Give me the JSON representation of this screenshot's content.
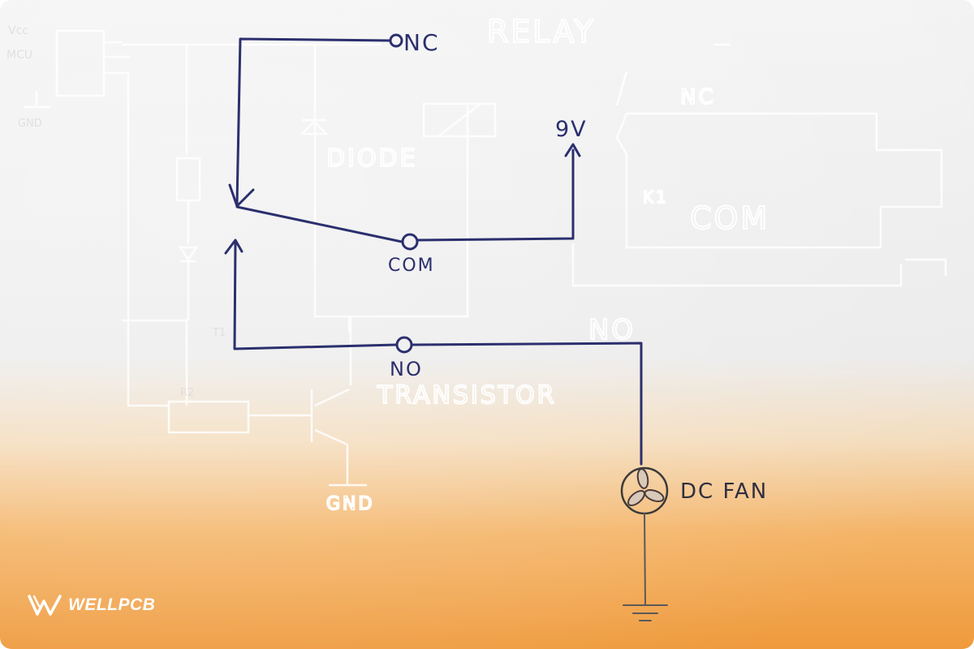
{
  "colors": {
    "paper_top": "#f1f1f1",
    "paper_mid": "#ececec",
    "paper_bottom": "#f0a045",
    "ink": "#2b2f6e",
    "pencil": "#5a5a5a",
    "emboss": "#ffffff",
    "logo": "#ffffff"
  },
  "ink_labels": {
    "nc": "NC",
    "nine_volt": "9V",
    "com": "COM",
    "no": "NO",
    "dc_fan": "DC FAN"
  },
  "embossed_labels": {
    "relay": "RELAY",
    "diode": "DIODE",
    "transistor": "TRANSISTOR",
    "gnd_bottom": "GND",
    "gnd_top": "GND",
    "nc_box": "NC",
    "no_box": "NO",
    "com_box": "COM",
    "k1": "K1",
    "vcc": "Vcc",
    "mcu": "MCU",
    "t1": "T1",
    "r2": "R2"
  },
  "logo": {
    "text": "WELLPCB",
    "icon": "wellpcb-w-logo-icon"
  }
}
